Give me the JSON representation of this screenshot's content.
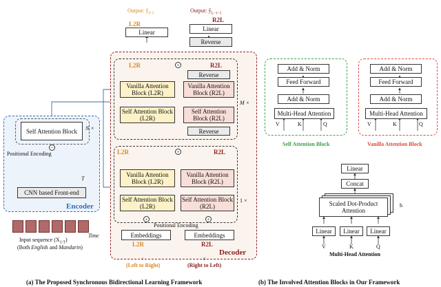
{
  "encoder": {
    "title": "Encoder",
    "self_attention": "Self Attention Block",
    "n_times": "N ×",
    "positional_encoding": "Positional Encoding",
    "frontend": "CNN based Front-end",
    "time": "Time",
    "t_label": "T",
    "input_sequence": "Input sequence (X",
    "input_sub": "1:T",
    "input_end": ")",
    "languages_prefix": "(Both ",
    "lang1": "English",
    "lang_and": " and ",
    "lang2": "Mandarin",
    "languages_suffix": ")"
  },
  "decoder": {
    "title": "Decoder",
    "m_times": "M ×",
    "one_times": "1 ×",
    "l2r": "L2R",
    "r2l": "R2L",
    "vanilla_l2r": "Vanilla Attention Block (L2R)",
    "vanilla_r2l": "Vanilla Attention Block (R2L)",
    "self_l2r": "Self Attention Block (L2R)",
    "self_r2l": "Self Attention Block (R2L)",
    "reverse": "Reverse",
    "embeddings": "Embeddings",
    "positional_encoding": "Positional Encoding",
    "linear": "Linear",
    "output_l2r": "Output: ŷ",
    "output_l2r_sub": "i+1",
    "output_r2l": "Output: ŷ",
    "output_r2l_sub": "L−i−1",
    "left_to_right": "(Left to Right)",
    "right_to_left": "(Right to Left)",
    "c_left": "c",
    "c_right": "c"
  },
  "self_block": {
    "title": "Self Attention Block",
    "add_norm": "Add & Norm",
    "feed_forward": "Feed Forward",
    "mha": "Multi-Head Attention",
    "v": "V",
    "k": "K",
    "q": "Q"
  },
  "vanilla_block": {
    "title": "Vanilla Attention Block",
    "add_norm": "Add & Norm",
    "feed_forward": "Feed Forward",
    "mha": "Multi-Head Attention",
    "v": "V",
    "k": "K",
    "q": "Q"
  },
  "mha": {
    "title": "Multi-Head Attention",
    "linear": "Linear",
    "concat": "Concat",
    "sdpa": "Scaled Dot-Product Attention",
    "h": "h",
    "v": "V",
    "k": "K",
    "q": "Q"
  },
  "captions": {
    "a": "(a) The Proposed Synchronous Bidirectional Learning Framework",
    "b": "(b) The Involved Attention Blocks in Our Framework"
  },
  "colors": {
    "encoder_border": "#2f6fb3",
    "decoder_border": "#8a2020",
    "self_block_border": "#3aa04a",
    "vanilla_block_border": "#e0483a",
    "l2r_accent": "#d8871f",
    "input_tiles": "#b06a6a"
  }
}
